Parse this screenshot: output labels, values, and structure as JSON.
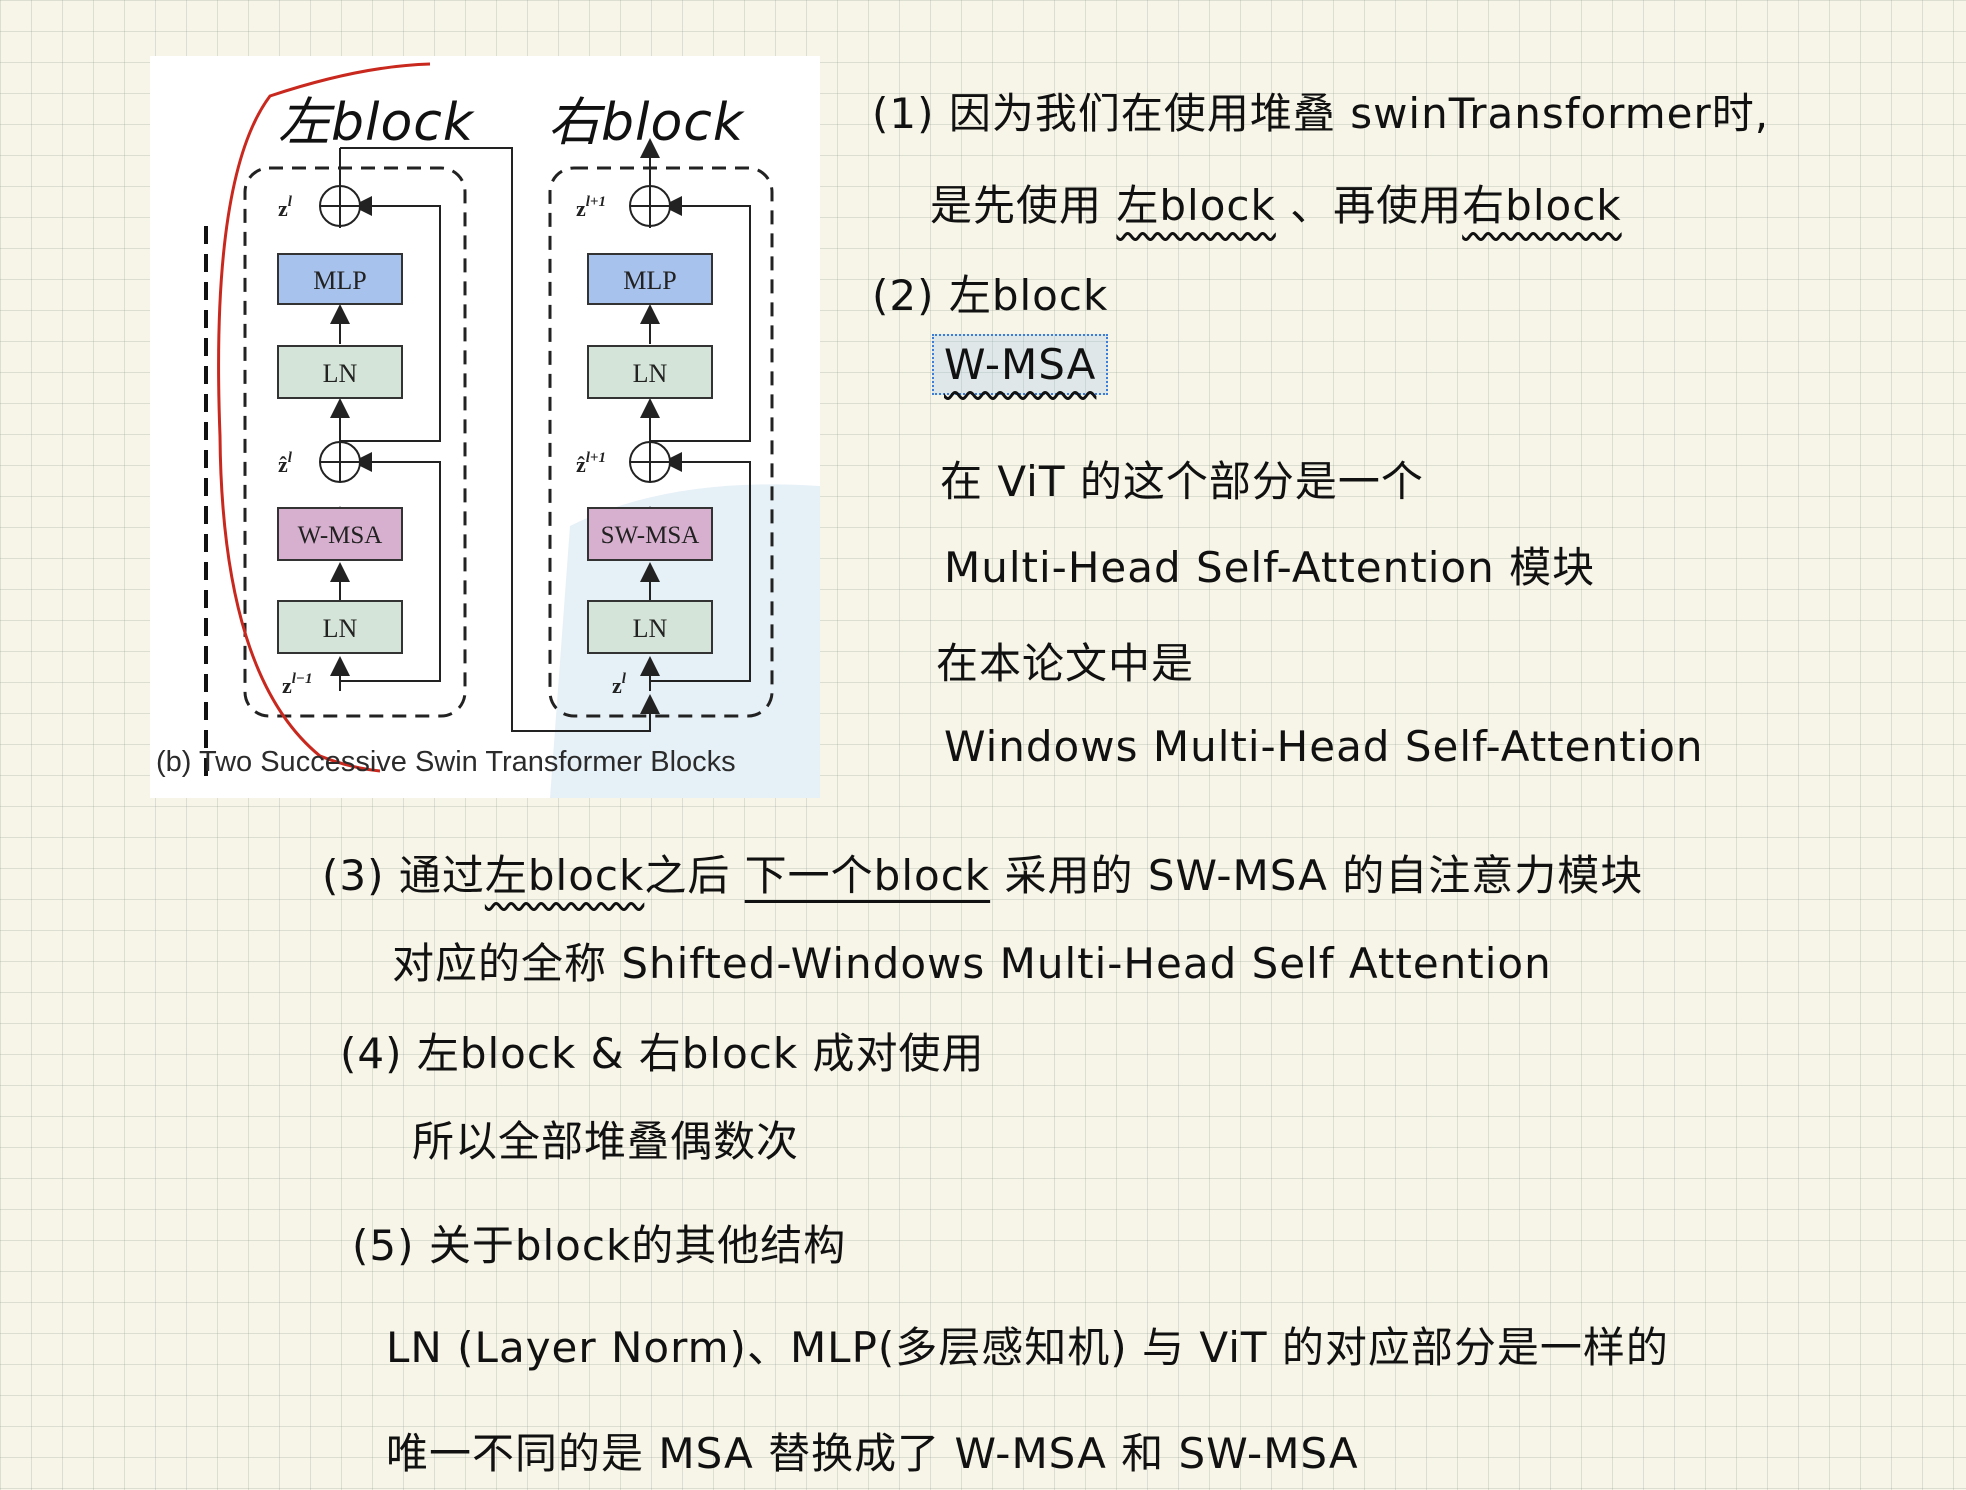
{
  "figure": {
    "left_title": "左block",
    "right_title": "右block",
    "caption": "(b) Two Successive Swin Transformer Blocks",
    "left_block": {
      "z_out": "z",
      "z_out_sup": "l",
      "mlp": "MLP",
      "ln_top": "LN",
      "z_hat": "ẑ",
      "z_hat_sup": "l",
      "attn": "W-MSA",
      "ln_bottom": "LN",
      "z_in": "z",
      "z_in_sup": "l−1"
    },
    "right_block": {
      "z_out": "z",
      "z_out_sup": "l+1",
      "mlp": "MLP",
      "ln_top": "LN",
      "z_hat": "ẑ",
      "z_hat_sup": "l+1",
      "attn": "SW-MSA",
      "ln_bottom": "LN",
      "z_in": "z",
      "z_in_sup": "l"
    },
    "colors": {
      "mlp": "#a7c2ec",
      "ln": "#d4e4d8",
      "attn": "#d8b0cf"
    }
  },
  "notes": {
    "n1_line1": "(1) 因为我们在使用堆叠 swinTransformer时,",
    "n1_line2_pre": "是先使用 ",
    "n1_line2_left": "左block",
    "n1_line2_mid": " 、再使用",
    "n1_line2_right": "右block",
    "n2_head": "(2) 左block",
    "n2_wmsa": "W-MSA",
    "n2_l1": "在 ViT 的这个部分是一个",
    "n2_l2": "Multi-Head Self-Attention 模块",
    "n2_l3": "在本论文中是",
    "n2_l4": "Windows Multi-Head Self-Attention",
    "n3_pre": "(3) 通过",
    "n3_left": "左block",
    "n3_mid": "之后 ",
    "n3_next": "下一个block",
    "n3_post": " 采用的 SW-MSA 的自注意力模块",
    "n3_l2": "对应的全称 Shifted-Windows Multi-Head Self Attention",
    "n4_l1": "(4) 左block & 右block 成对使用",
    "n4_l2": "所以全部堆叠偶数次",
    "n5_l1": "(5) 关于block的其他结构",
    "n5_l2": "LN (Layer Norm)、MLP(多层感知机) 与 ViT 的对应部分是一样的",
    "n5_l3": "唯一不同的是 MSA 替换成了 W-MSA 和 SW-MSA"
  }
}
